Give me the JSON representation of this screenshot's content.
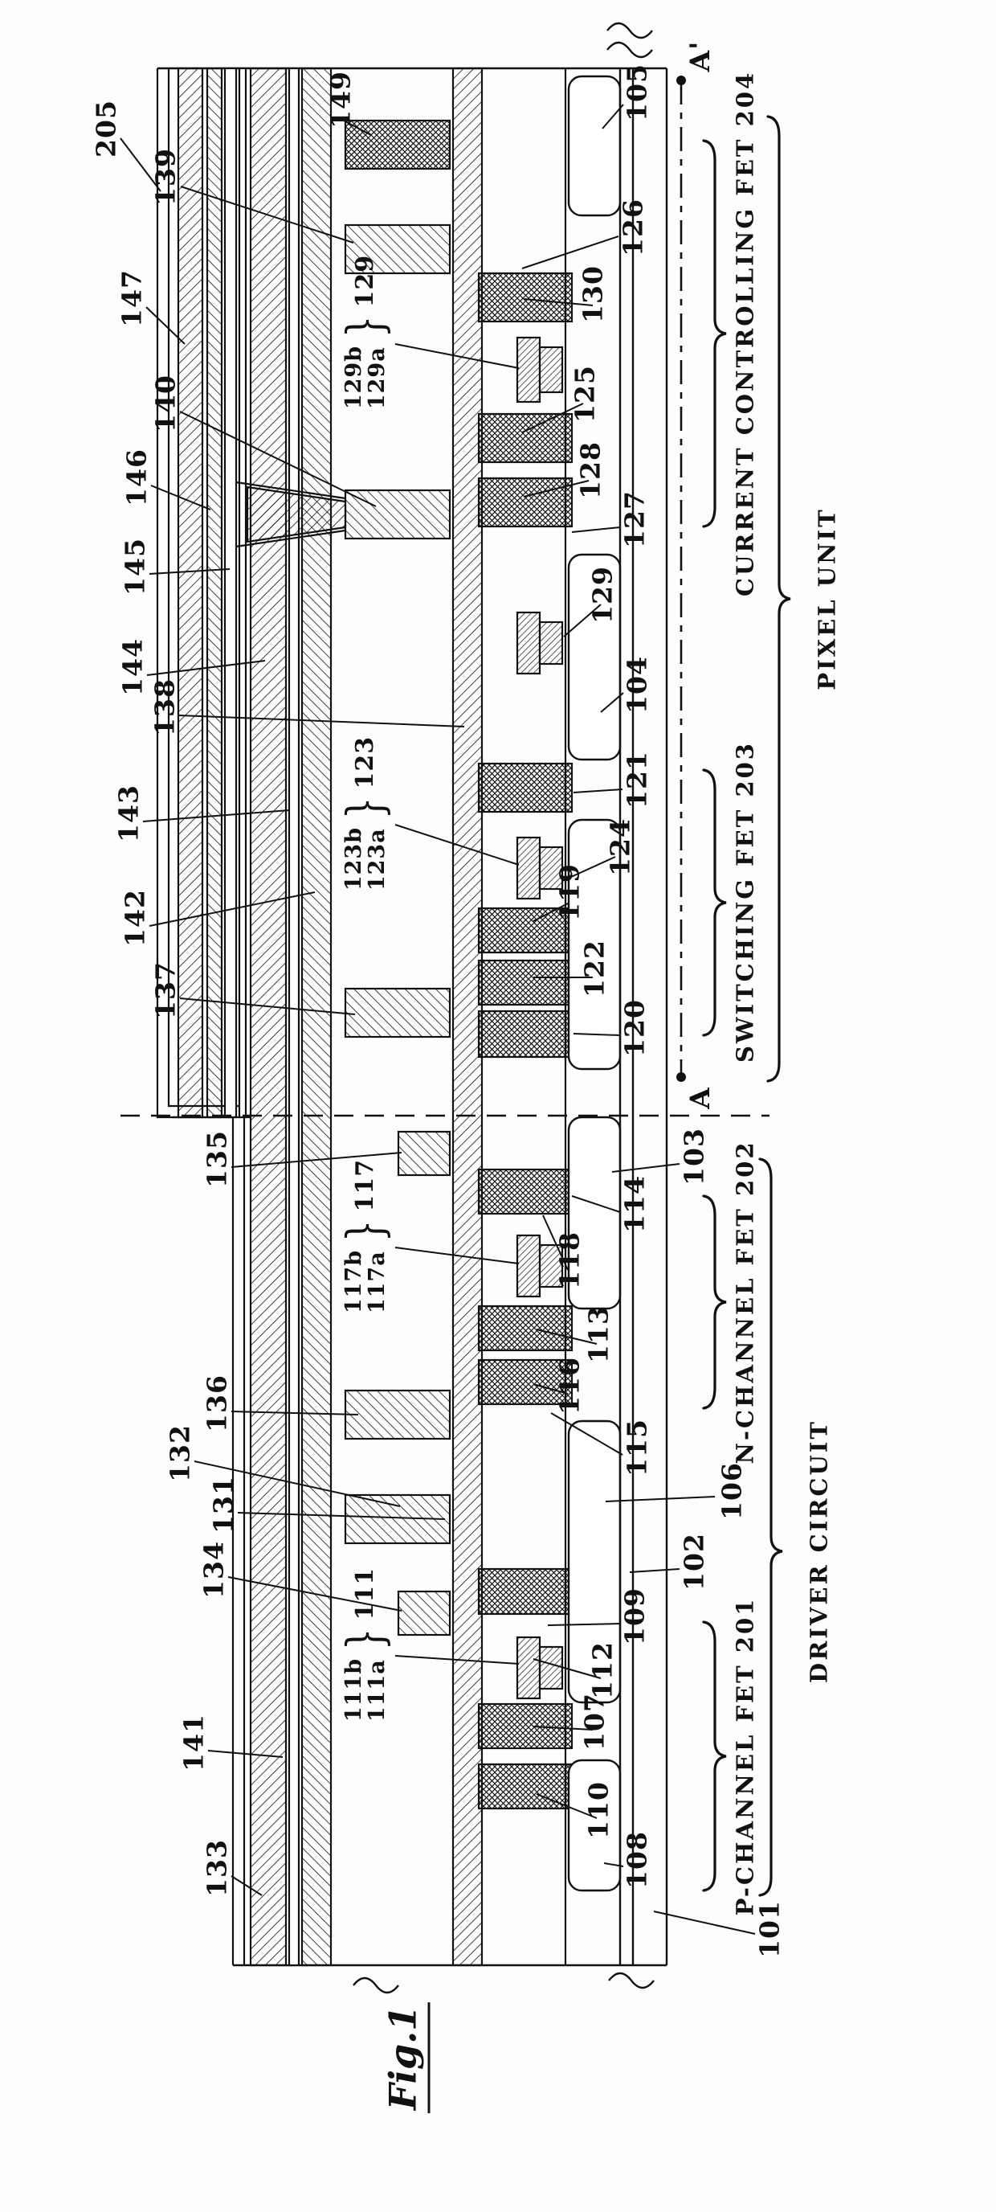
{
  "figure": {
    "label": "Fig.1"
  },
  "section_line": {
    "end_top": "A'",
    "end_bottom": "A"
  },
  "regions": {
    "pixel_unit": "PIXEL UNIT",
    "driver_circuit": "DRIVER CIRCUIT"
  },
  "fets": {
    "fet204": "CURRENT CONTROLLING FET 204",
    "fet203": "SWITCHING FET 203",
    "fet202": "N-CHANNEL FET 202",
    "fet201": "P-CHANNEL FET 201"
  },
  "callouts": {
    "c205": "205",
    "c149": "149",
    "c139": "139",
    "c147": "147",
    "c140": "140",
    "c146": "146",
    "c145": "145",
    "c144": "144",
    "c138": "138",
    "c143": "143",
    "c142": "142",
    "c137": "137",
    "c135": "135",
    "c136": "136",
    "c132": "132",
    "c131": "131",
    "c134": "134",
    "c141": "141",
    "c133": "133",
    "c105": "105",
    "c126": "126",
    "c130": "130",
    "c125": "125",
    "c128": "128",
    "c127": "127",
    "c129": "129",
    "c104": "104",
    "c121": "121",
    "c124": "124",
    "c119": "119",
    "c122": "122",
    "c120": "120",
    "c103": "103",
    "c114": "114",
    "c118": "118",
    "c113": "113",
    "c116": "116",
    "c115": "115",
    "c106": "106",
    "c102": "102",
    "c109": "109",
    "c112": "112",
    "c107": "107",
    "c110": "110",
    "c108": "108",
    "c101": "101"
  },
  "gate_groups": {
    "g129": {
      "b": "129b",
      "a": "129a",
      "brace": "}",
      "label": "129"
    },
    "g123": {
      "b": "123b",
      "a": "123a",
      "brace": "}",
      "label": "123"
    },
    "g117": {
      "b": "117b",
      "a": "117a",
      "brace": "}",
      "label": "117"
    },
    "g111": {
      "b": "111b",
      "a": "111a",
      "brace": "}",
      "label": "111"
    }
  }
}
